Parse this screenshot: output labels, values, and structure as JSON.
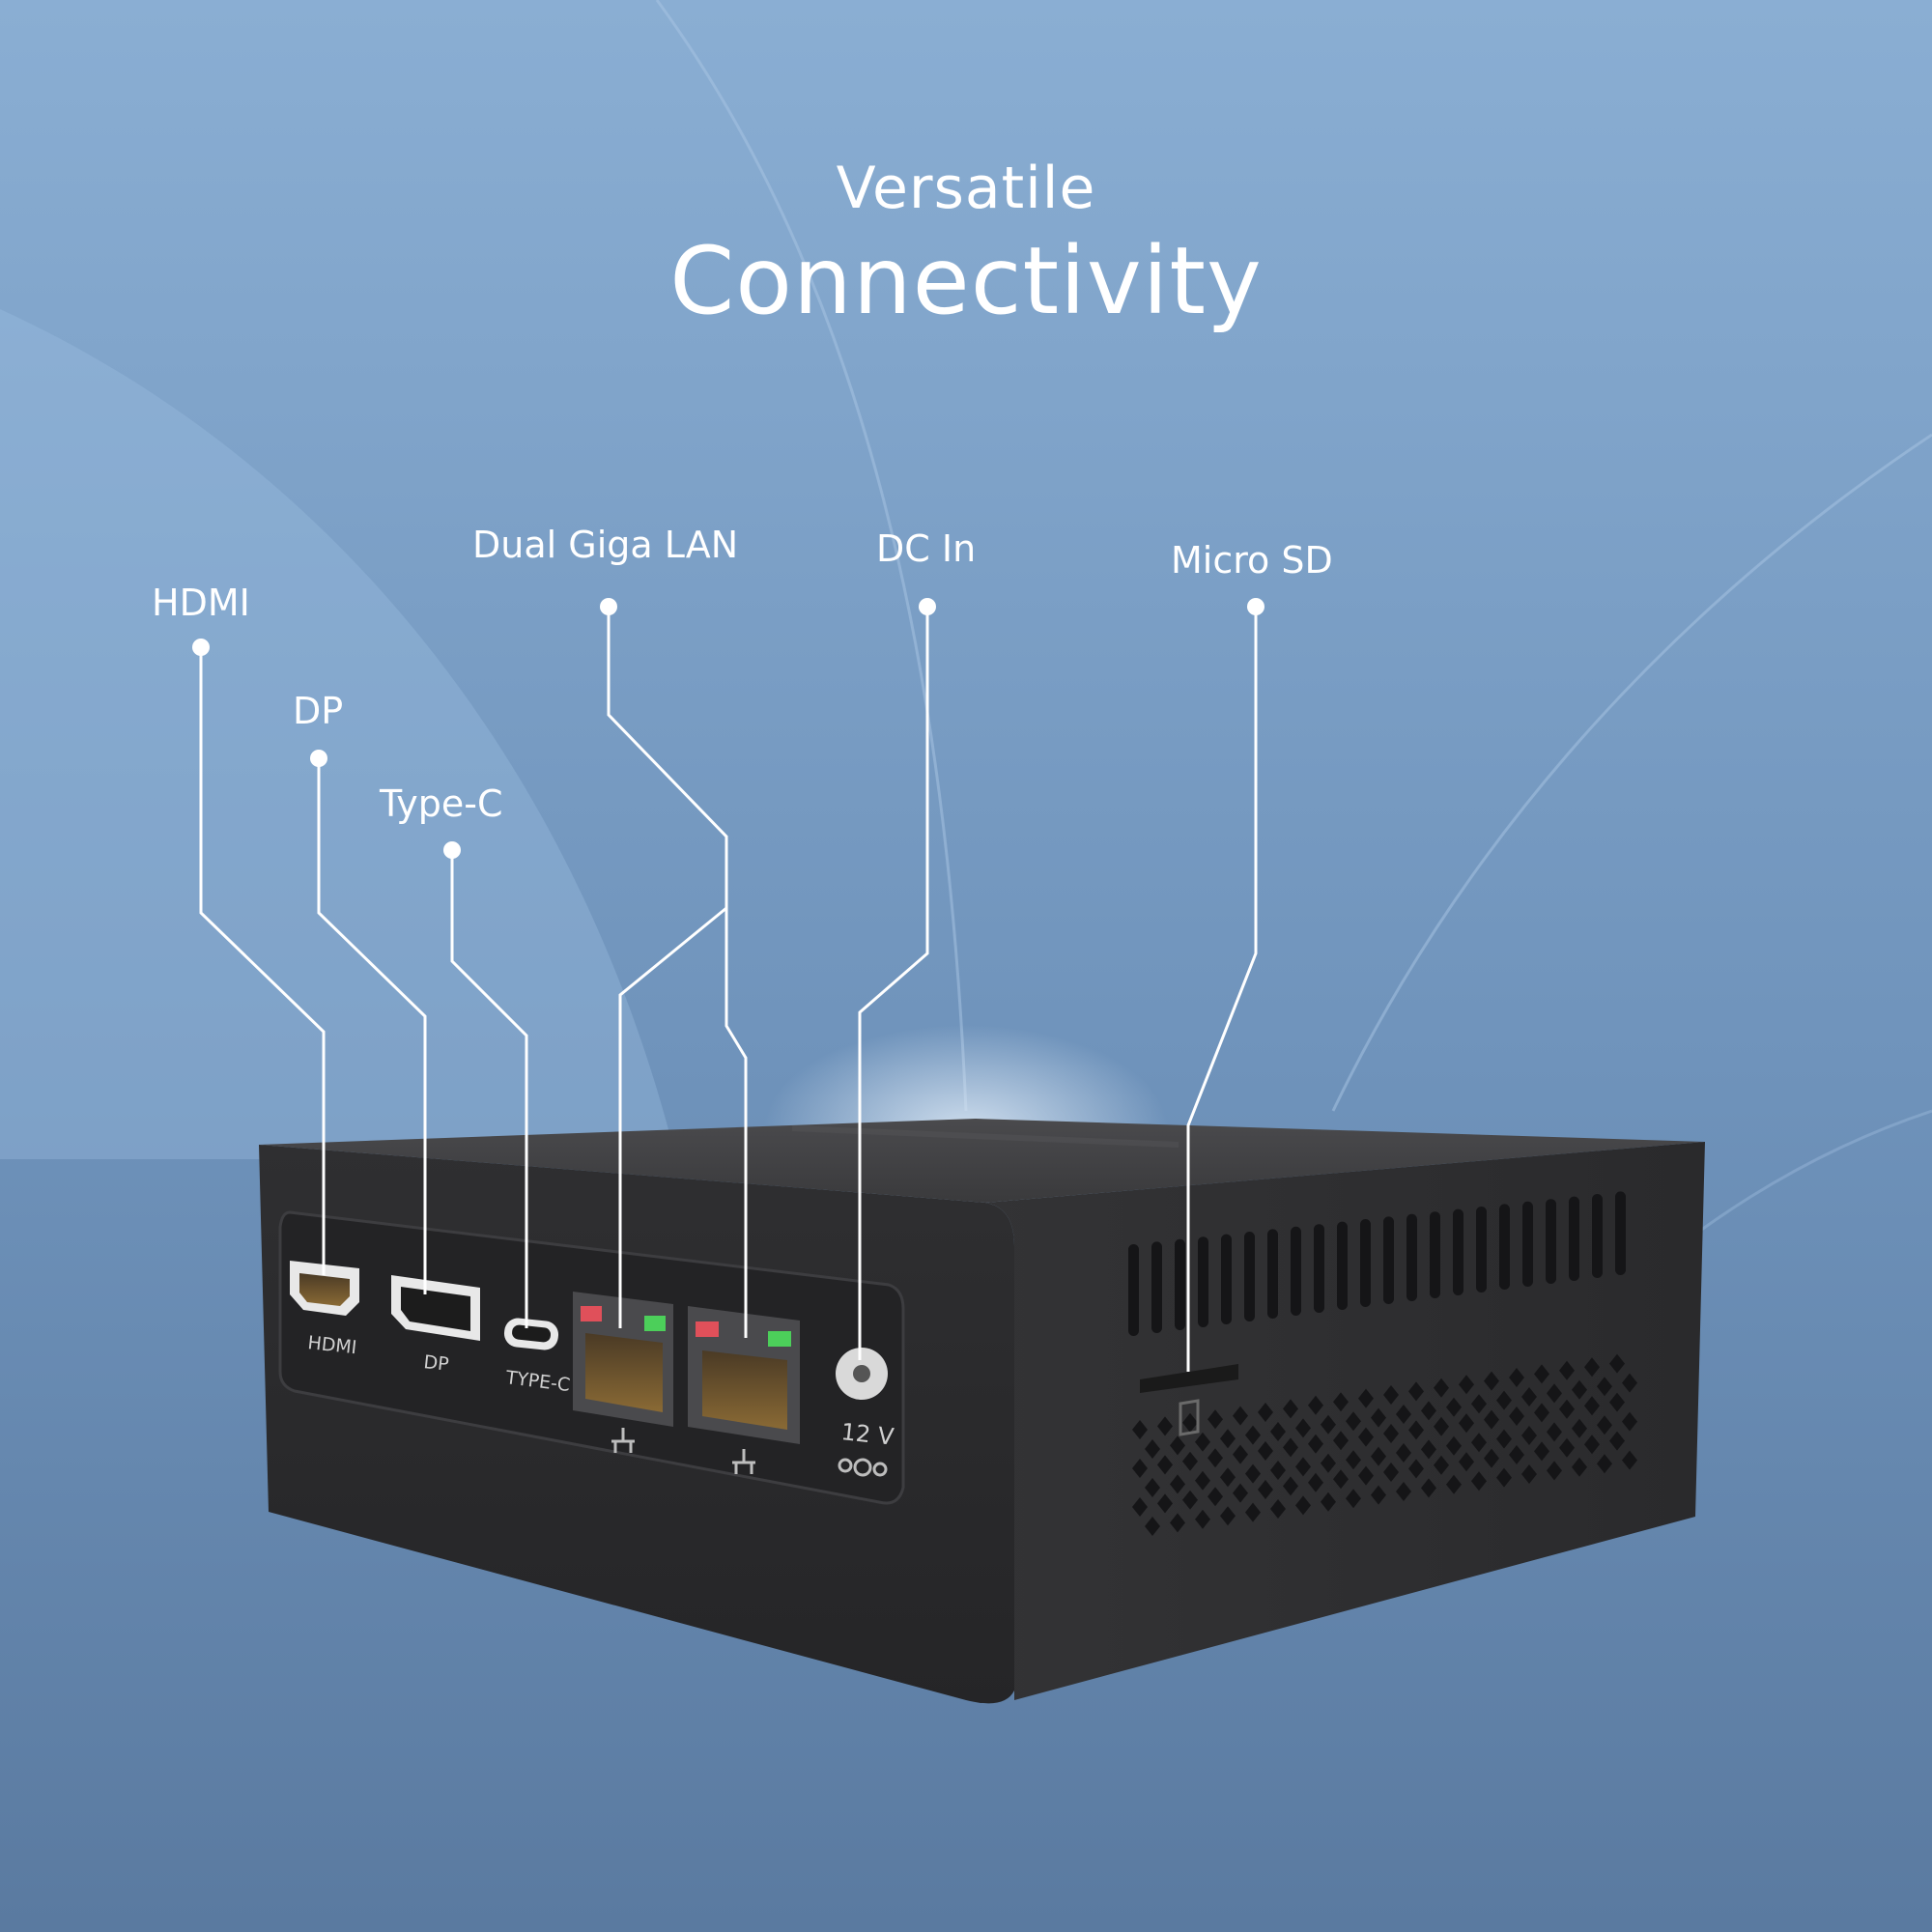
{
  "headline": {
    "line1": "Versatile",
    "line2": "Connectivity"
  },
  "callouts": {
    "hdmi": "HDMI",
    "dp": "DP",
    "type_c": "Type-C",
    "lan": "Dual Giga LAN",
    "dc_in": "DC In",
    "micro_sd": "Micro SD"
  },
  "port_markings": {
    "hdmi": "HDMI",
    "dp": "DP",
    "type_c": "TYPE-C",
    "voltage": "12 V"
  },
  "colors": {
    "background_top": "#8aaed3",
    "background_bottom": "#5a7aa0",
    "device_body": "#2e2e30",
    "callout_line": "#ffffff",
    "lan_led_left": "#e0505a",
    "lan_led_right": "#4ccf5a"
  }
}
